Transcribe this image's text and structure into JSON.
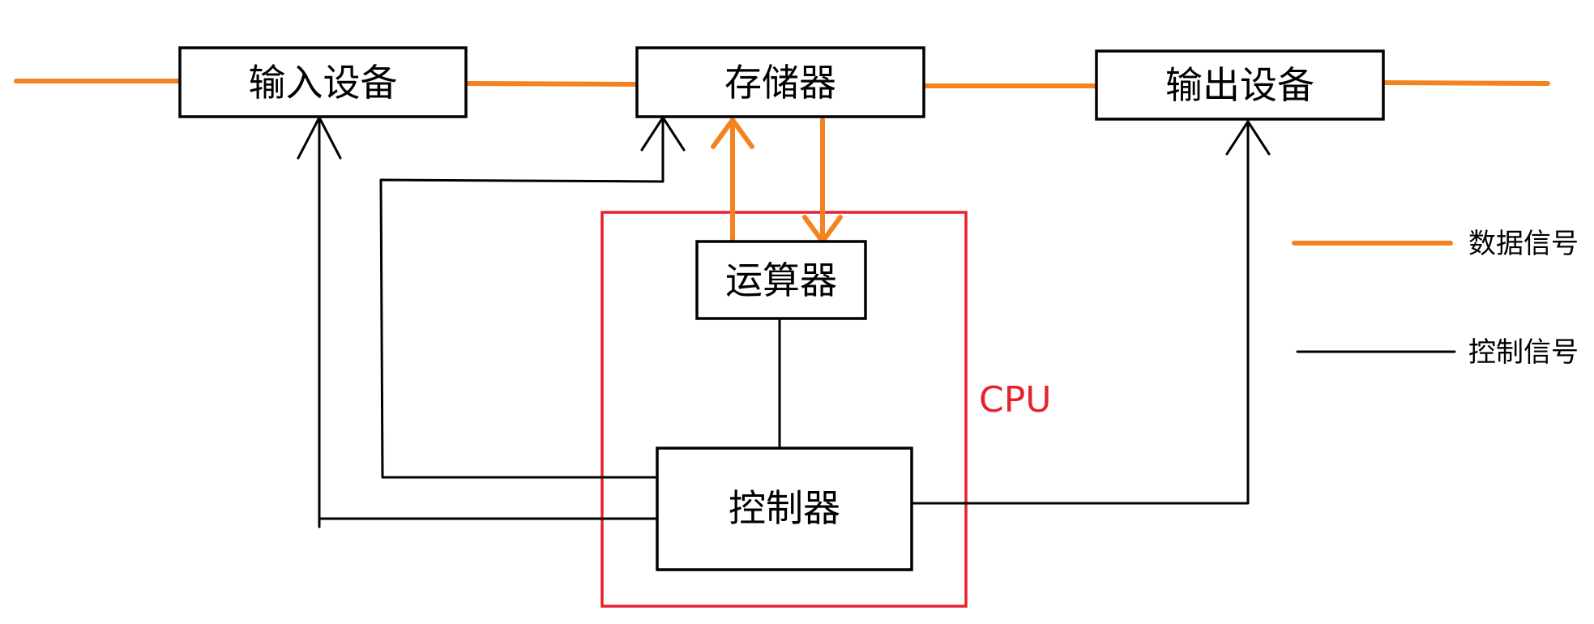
{
  "nodes": {
    "input_device": "输入设备",
    "memory": "存储器",
    "output_device": "输出设备",
    "alu": "运算器",
    "controller": "控制器"
  },
  "cpu_label": "CPU",
  "legend": {
    "data_signal": "数据信号",
    "control_signal": "控制信号"
  },
  "colors": {
    "data_signal": "#f58220",
    "control_signal": "#000000",
    "cpu_frame": "#e8212f"
  }
}
